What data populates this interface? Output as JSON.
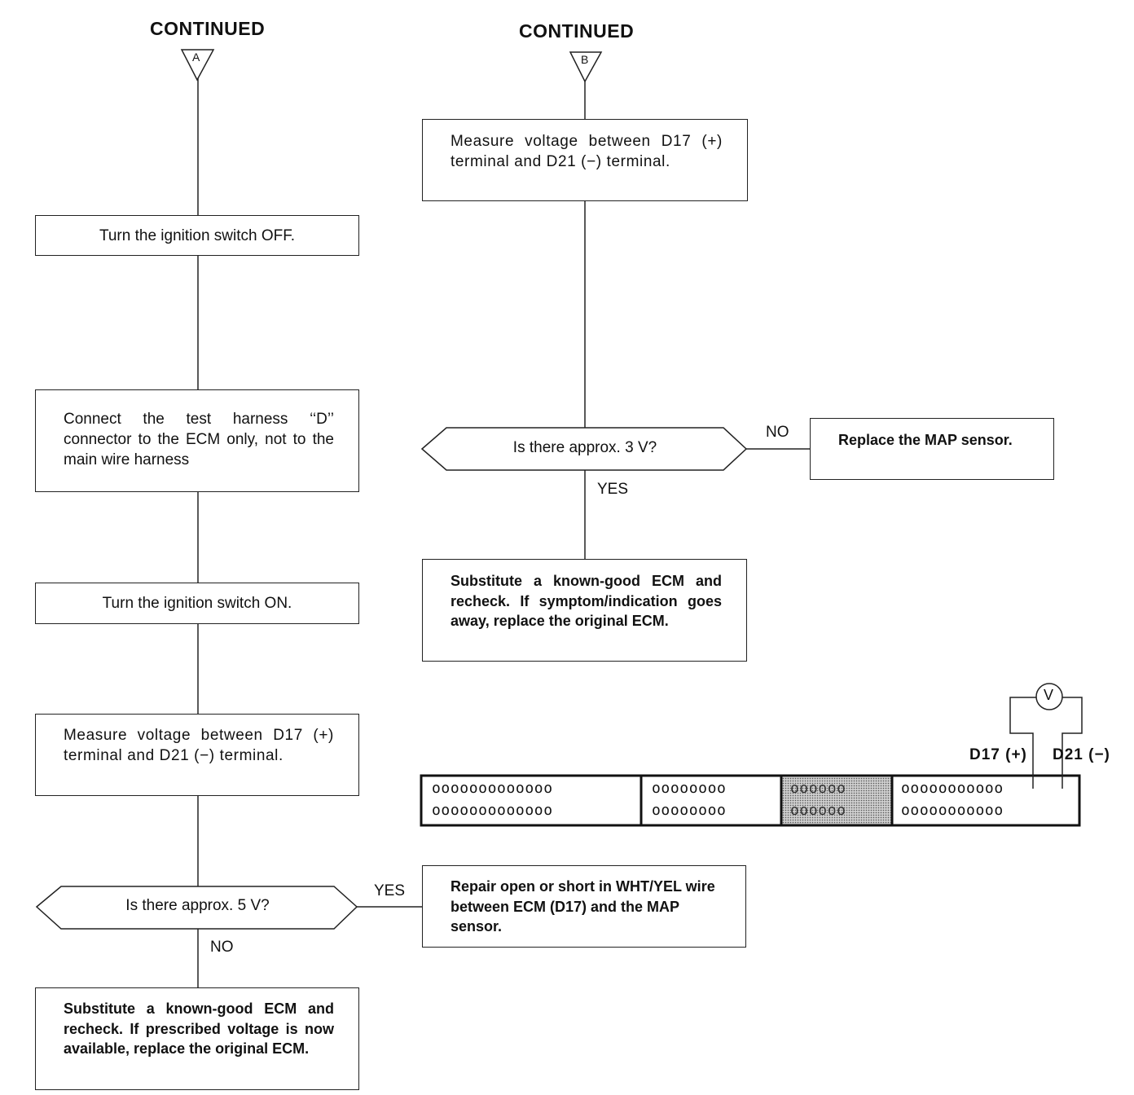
{
  "headers": {
    "left": "CONTINUED",
    "right": "CONTINUED",
    "connector_a": "A",
    "connector_b": "B"
  },
  "left_flow": {
    "box1": "Turn the ignition switch OFF.",
    "box2": "Connect the test harness ‘‘D’’ connector to the ECM only, not to the main wire harness",
    "box3": "Turn the ignition switch ON.",
    "box4": "Measure voltage between D17 (+) terminal and D21 (−) terminal.",
    "decision": "Is there approx. 5 V?",
    "yes_label": "YES",
    "no_label": "NO",
    "yes_result": "Repair open or short in WHT/YEL wire between ECM (D17) and the MAP sensor.",
    "no_result": "Substitute a known-good ECM and recheck. If prescribed voltage is now available, replace the original ECM."
  },
  "right_flow": {
    "box1": "Measure voltage between D17 (+) terminal and D21 (−) terminal.",
    "decision": "Is there approx. 3 V?",
    "no_label": "NO",
    "yes_label": "YES",
    "no_result": "Replace the MAP sensor.",
    "yes_result": "Substitute a known-good ECM and recheck. If symptom/indication goes away, replace the original ECM."
  },
  "connector_diagram": {
    "meter_symbol": "V",
    "pin_plus": "D17 (+)",
    "pin_minus": "D21 (−)",
    "section1_row": "ooooooooooooo",
    "section2_row": "oooooooo",
    "section3_row": "oooooo",
    "section4_row": "ooooooooooo"
  }
}
